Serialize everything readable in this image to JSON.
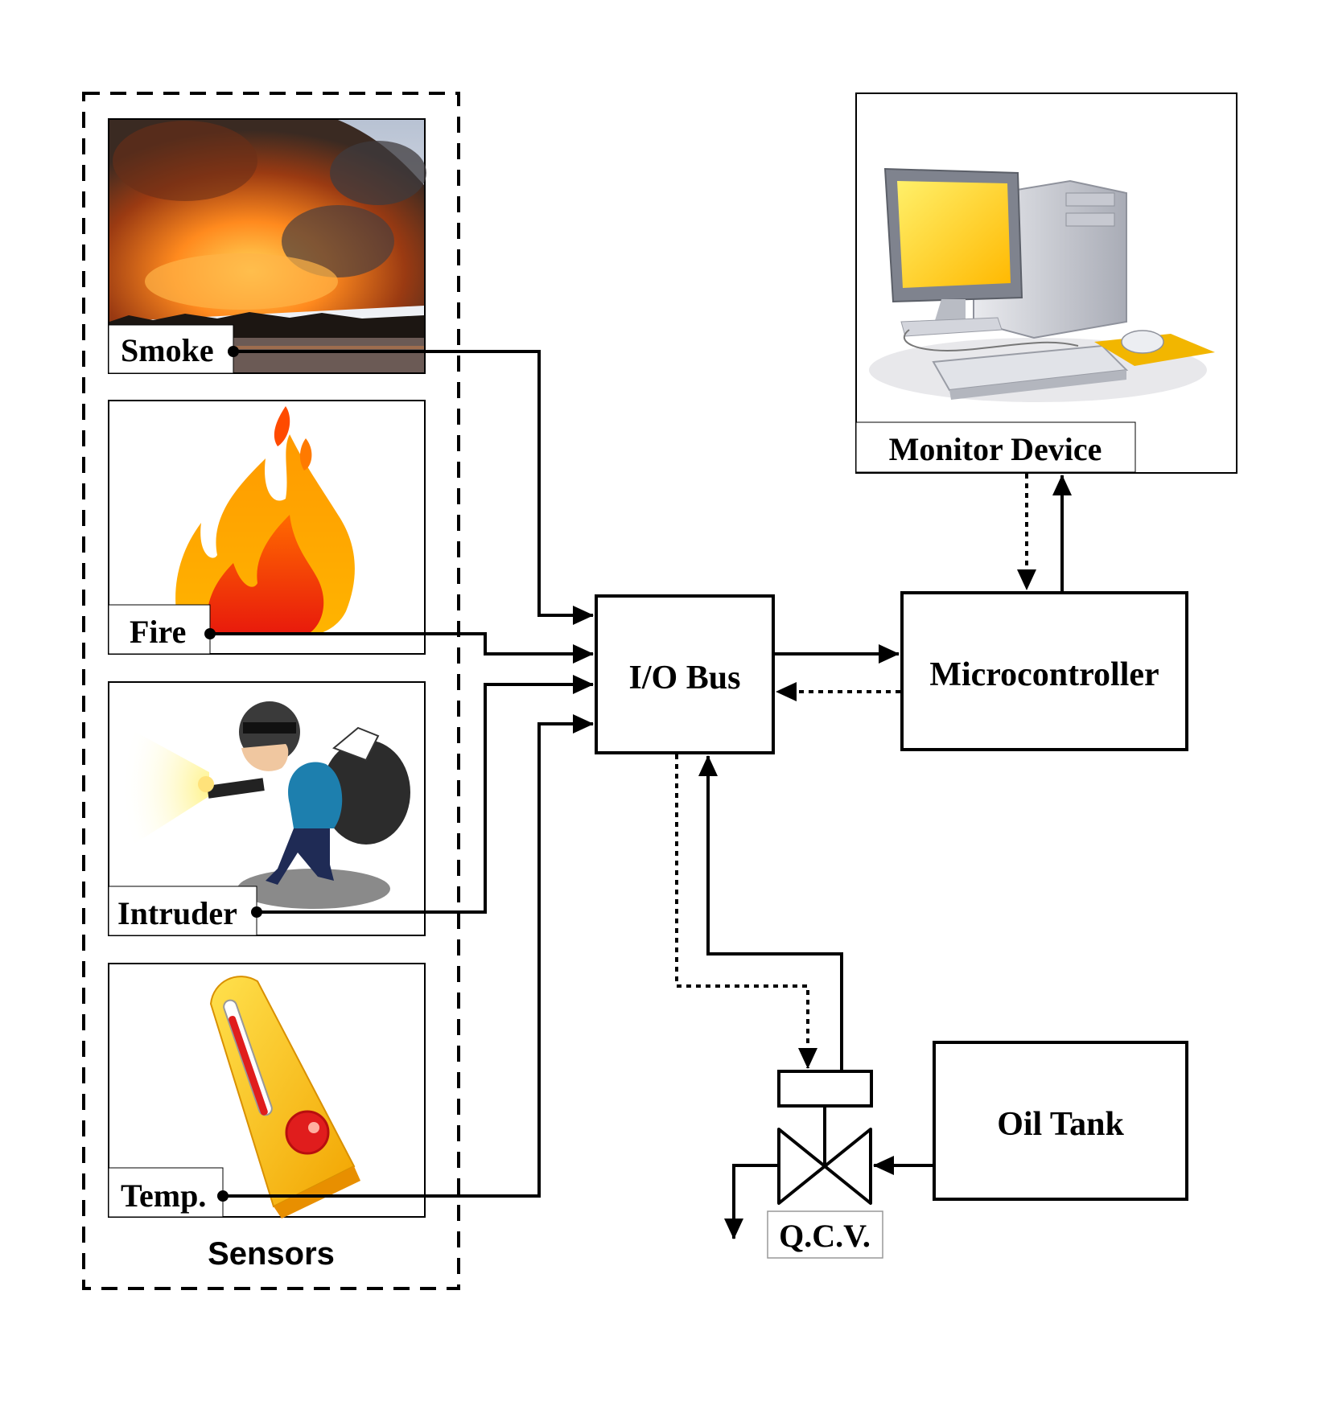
{
  "sensors_group": {
    "title": "Sensors"
  },
  "sensors": [
    {
      "id": "smoke",
      "label": "Smoke",
      "icon": "smoke-photo-icon"
    },
    {
      "id": "fire",
      "label": "Fire",
      "icon": "flame-icon"
    },
    {
      "id": "intruder",
      "label": "Intruder",
      "icon": "burglar-icon"
    },
    {
      "id": "temp",
      "label": "Temp.",
      "icon": "thermometer-icon"
    }
  ],
  "blocks": {
    "io_bus": "I/O Bus",
    "microcontroller": "Microcontroller",
    "monitor_device": "Monitor Device",
    "oil_tank": "Oil Tank",
    "qcv": "Q.C.V."
  },
  "icons": {
    "monitor": "desktop-computer-icon",
    "valve": "valve-symbol-icon"
  },
  "colors": {
    "line": "#000000",
    "flame_outer": "#ff9a00",
    "flame_inner": "#e8190c",
    "screen": "#ffd200",
    "smoke_sky": "#b9c3d3"
  }
}
